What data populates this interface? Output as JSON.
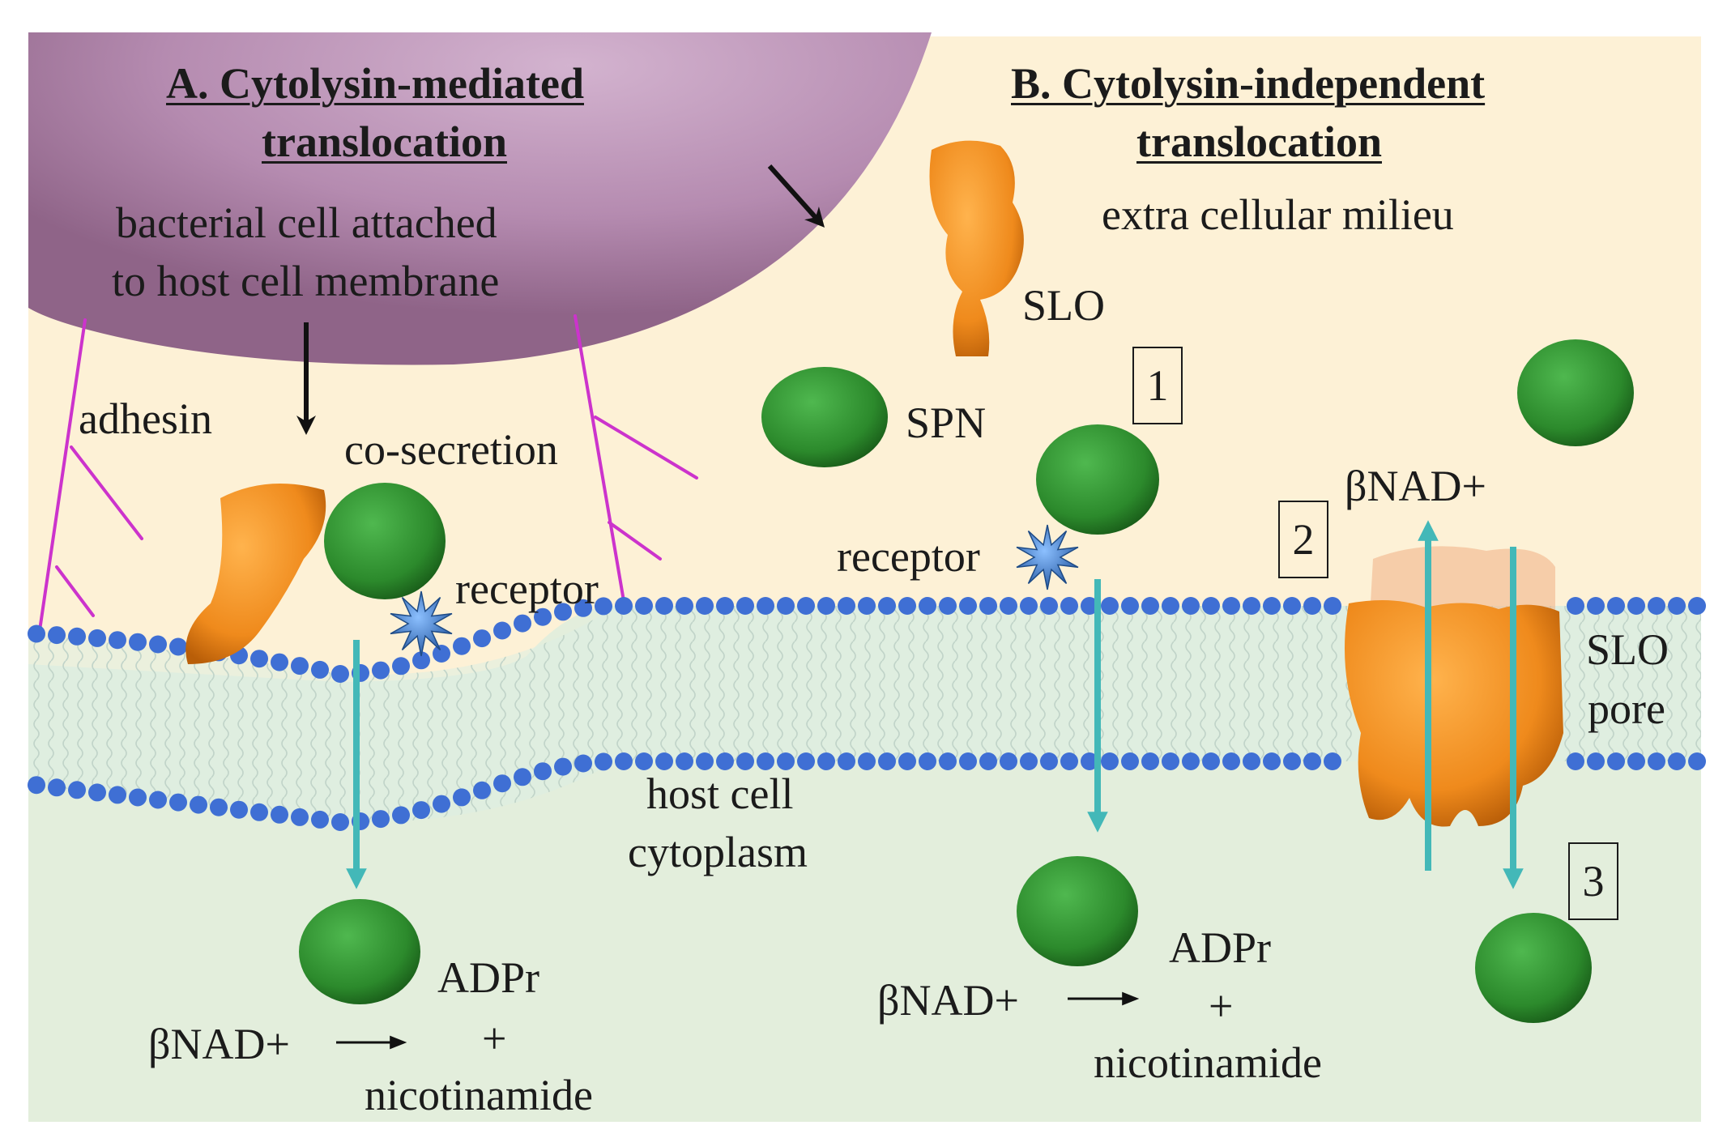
{
  "titles": {
    "a_line1": "A. Cytolysin-mediated",
    "a_line2": "translocation",
    "b_line1": "B. Cytolysin-independent",
    "b_line2": "translocation"
  },
  "labels": {
    "bacterial_line1": "bacterial cell attached",
    "bacterial_line2": "to host cell membrane",
    "extracellular": "extra cellular milieu",
    "slo": "SLO",
    "spn": "SPN",
    "adhesin": "adhesin",
    "cosecretion": "co-secretion",
    "receptor_a": "receptor",
    "receptor_b": "receptor",
    "bnad_top": "βNAD+",
    "slo_pore_line1": "SLO",
    "slo_pore_line2": "pore",
    "host_line1": "host cell",
    "host_line2": "cytoplasm",
    "adpr_a": "ADPr",
    "plus_a": "+",
    "bnad_a": "βNAD+",
    "nicotinamide_a": "nicotinamide",
    "adpr_b": "ADPr",
    "plus_b": "+",
    "bnad_b": "βNAD+",
    "nicotinamide_b": "nicotinamide"
  },
  "steps": [
    "1",
    "2",
    "3"
  ],
  "colors": {
    "extracellular_bg": "#fdf1d6",
    "cytoplasm_bg": "#e3eedc",
    "membrane_bg": "#dcefe4",
    "bacterium": "#b88fb3",
    "lipid_head": "#3f6fd4",
    "adhesin": "#cc33cc",
    "slo_protein": "#ef8a1c",
    "spn_protein": "#2c8a2c",
    "receptor": "#3f78c8",
    "arrow_teal": "#43b8b8",
    "arrow_black": "#111111"
  }
}
